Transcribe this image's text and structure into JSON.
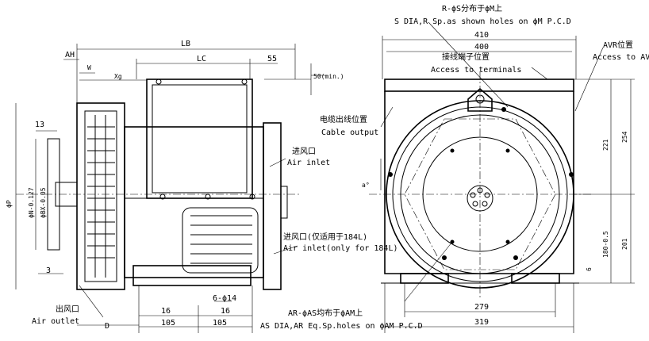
{
  "side_view": {
    "lb": "LB",
    "lc": "LC",
    "d55": "55",
    "ah": "AH",
    "w": "W",
    "xg": "Xg",
    "min50": "50(min.)",
    "d13": "13",
    "d3": "3",
    "phi_p": "ϕP",
    "phi_n": "ϕN-0.127",
    "phi_bx": "ϕBX-0.05",
    "air_inlet_cn": "进风口",
    "air_inlet_en": "Air inlet",
    "air_inlet2_cn": "进风口(仅适用于184L)",
    "air_inlet2_en": "Air inlet(only for 184L)",
    "air_outlet_cn": "出风口",
    "air_outlet_en": "Air outlet",
    "holes": "6-ϕ14",
    "d16a": "16",
    "d16b": "16",
    "d_label": "D",
    "d105a": "105",
    "d105b": "105"
  },
  "front_view": {
    "r_holes_cn": "R-ϕS分布于ϕM上",
    "r_holes_en": "S DIA,R Sp.as shown holes on ϕM P.C.D",
    "w410": "410",
    "w400": "400",
    "terminal_cn": "接线端子位置",
    "terminal_en": "Access to terminals",
    "avr_cn": "AVR位置",
    "avr_en": "Access to AVR",
    "cable_cn": "电缆出线位置",
    "cable_en": "Cable output",
    "h254": "254",
    "h221": "221",
    "h180": "180-0.5",
    "h201": "201",
    "angle": "a°",
    "d6": "6",
    "w279": "279",
    "w319": "319",
    "ar_holes_cn": "AR-ϕAS均布于ϕAM上",
    "ar_holes_en": "AS DIA,AR Eq.Sp.holes on ϕAM P.C.D"
  }
}
